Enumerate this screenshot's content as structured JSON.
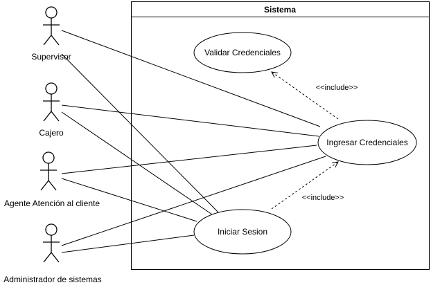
{
  "system": {
    "title": "Sistema"
  },
  "actors": [
    {
      "label": "Supervisor"
    },
    {
      "label": "Cajero"
    },
    {
      "label": "Agente Atención al cliente"
    },
    {
      "label": "Administrador de sistemas"
    }
  ],
  "use_cases": {
    "validar": "Validar Credenciales",
    "ingresar": "Ingresar Credenciales",
    "iniciar": "Iniciar Sesion"
  },
  "relations": {
    "include_label_1": "<<include>>",
    "include_label_2": "<<include>>"
  }
}
